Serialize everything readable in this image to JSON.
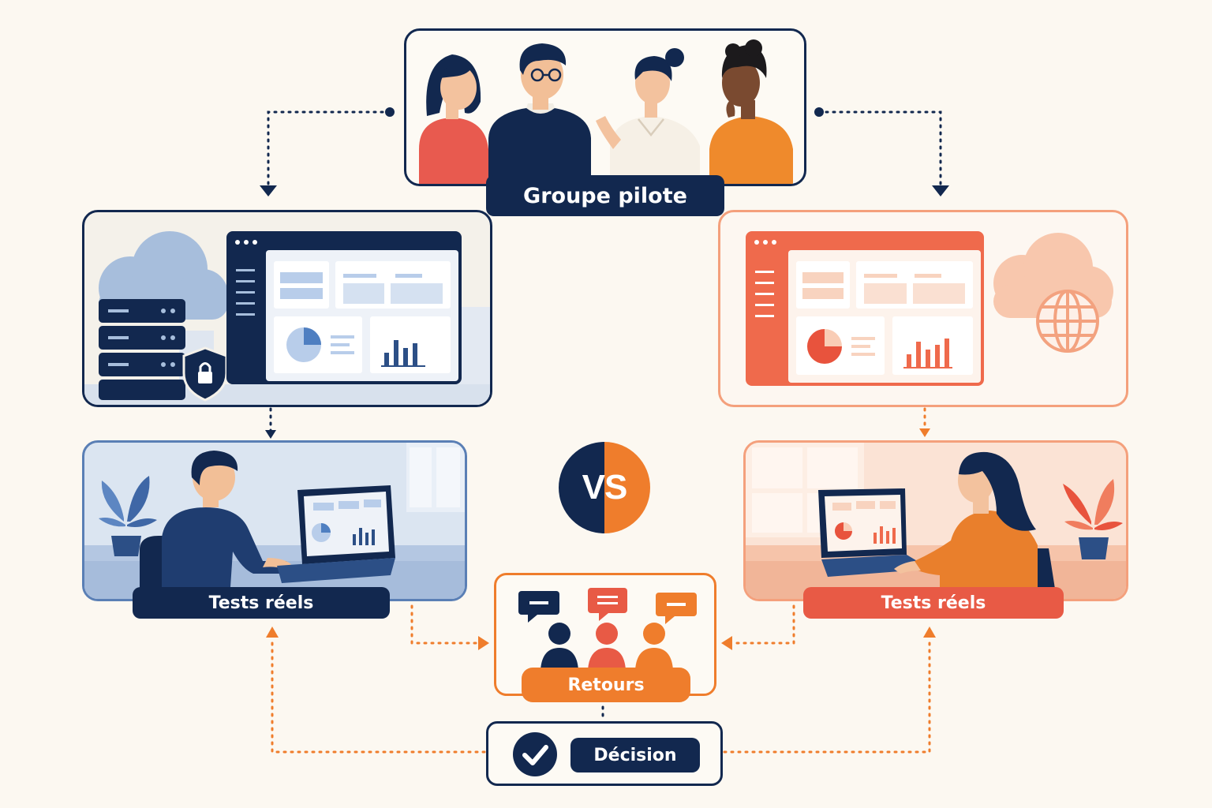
{
  "nodes": {
    "pilot_group": "Groupe pilote",
    "tests_left": "Tests réels",
    "tests_right": "Tests réels",
    "feedback": "Retours",
    "decision": "Décision",
    "versus": "VS"
  },
  "colors": {
    "navy": "#12284f",
    "orange": "#ef7d2c",
    "coral": "#e85a45",
    "sky": "#aec3e1",
    "peach": "#f7c7ad",
    "background": "#fcf8f1"
  },
  "icons": {
    "server": "server-rack-icon",
    "lock": "shield-lock-icon",
    "cloud": "cloud-icon",
    "globe": "globe-icon",
    "check": "check-circle-icon",
    "chat": "chat-bubble-icon"
  }
}
